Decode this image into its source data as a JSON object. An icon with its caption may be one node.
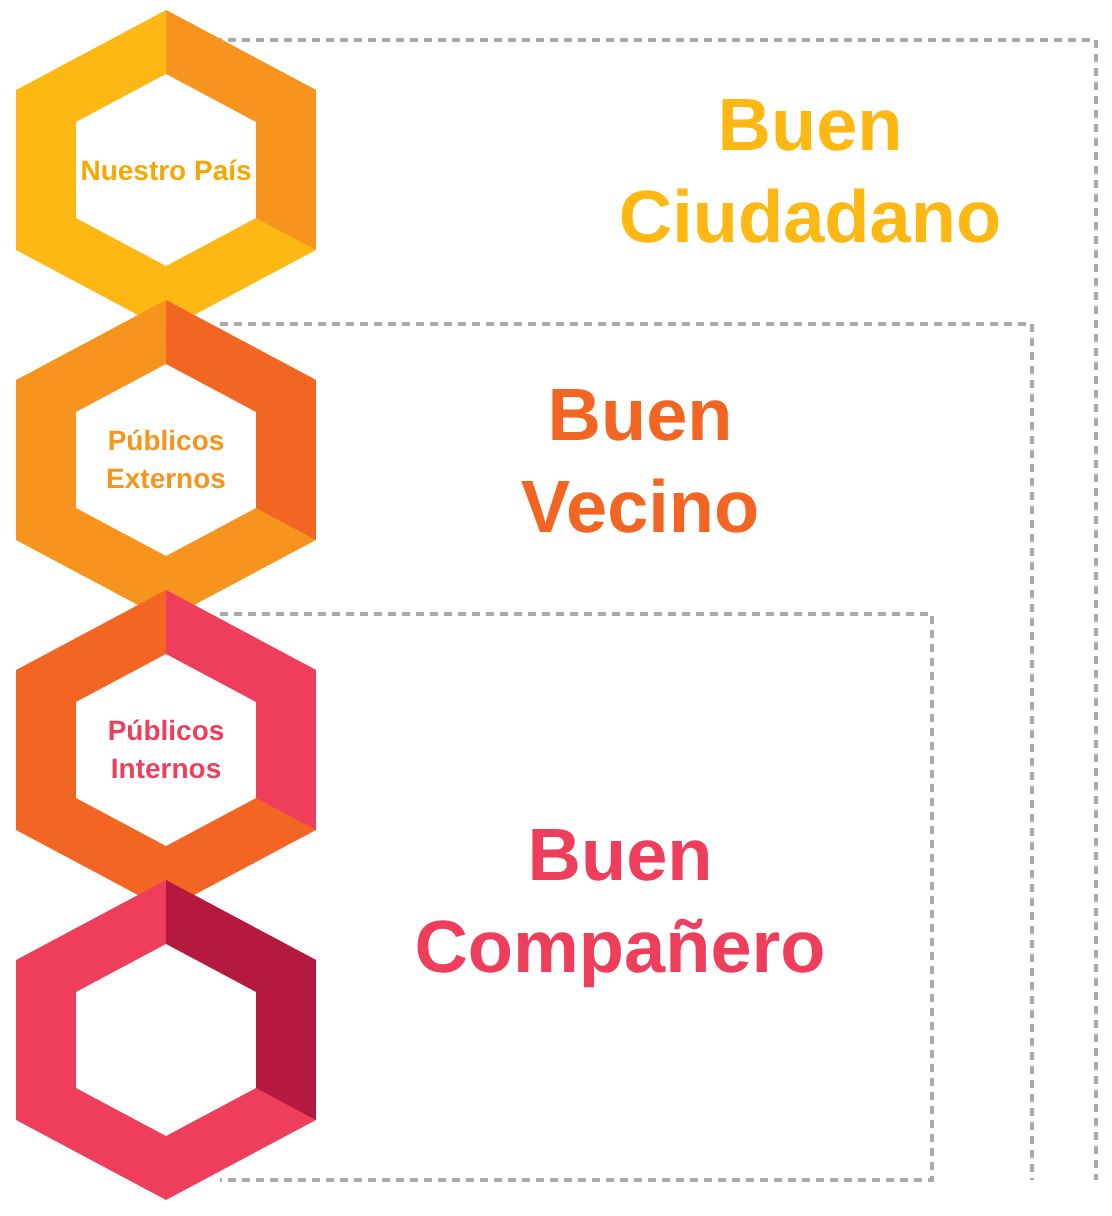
{
  "diagram": {
    "nodes": [
      {
        "text": [
          "Nuestro País"
        ]
      },
      {
        "text": [
          "Públicos Externos"
        ]
      },
      {
        "text": [
          "Públicos Internos"
        ]
      },
      {
        "text": [],
        "shape": "hexagon"
      }
    ],
    "labels": [
      "Buen Ciudadano",
      "Buen Vecino",
      "Buen Compañero"
    ]
  }
}
